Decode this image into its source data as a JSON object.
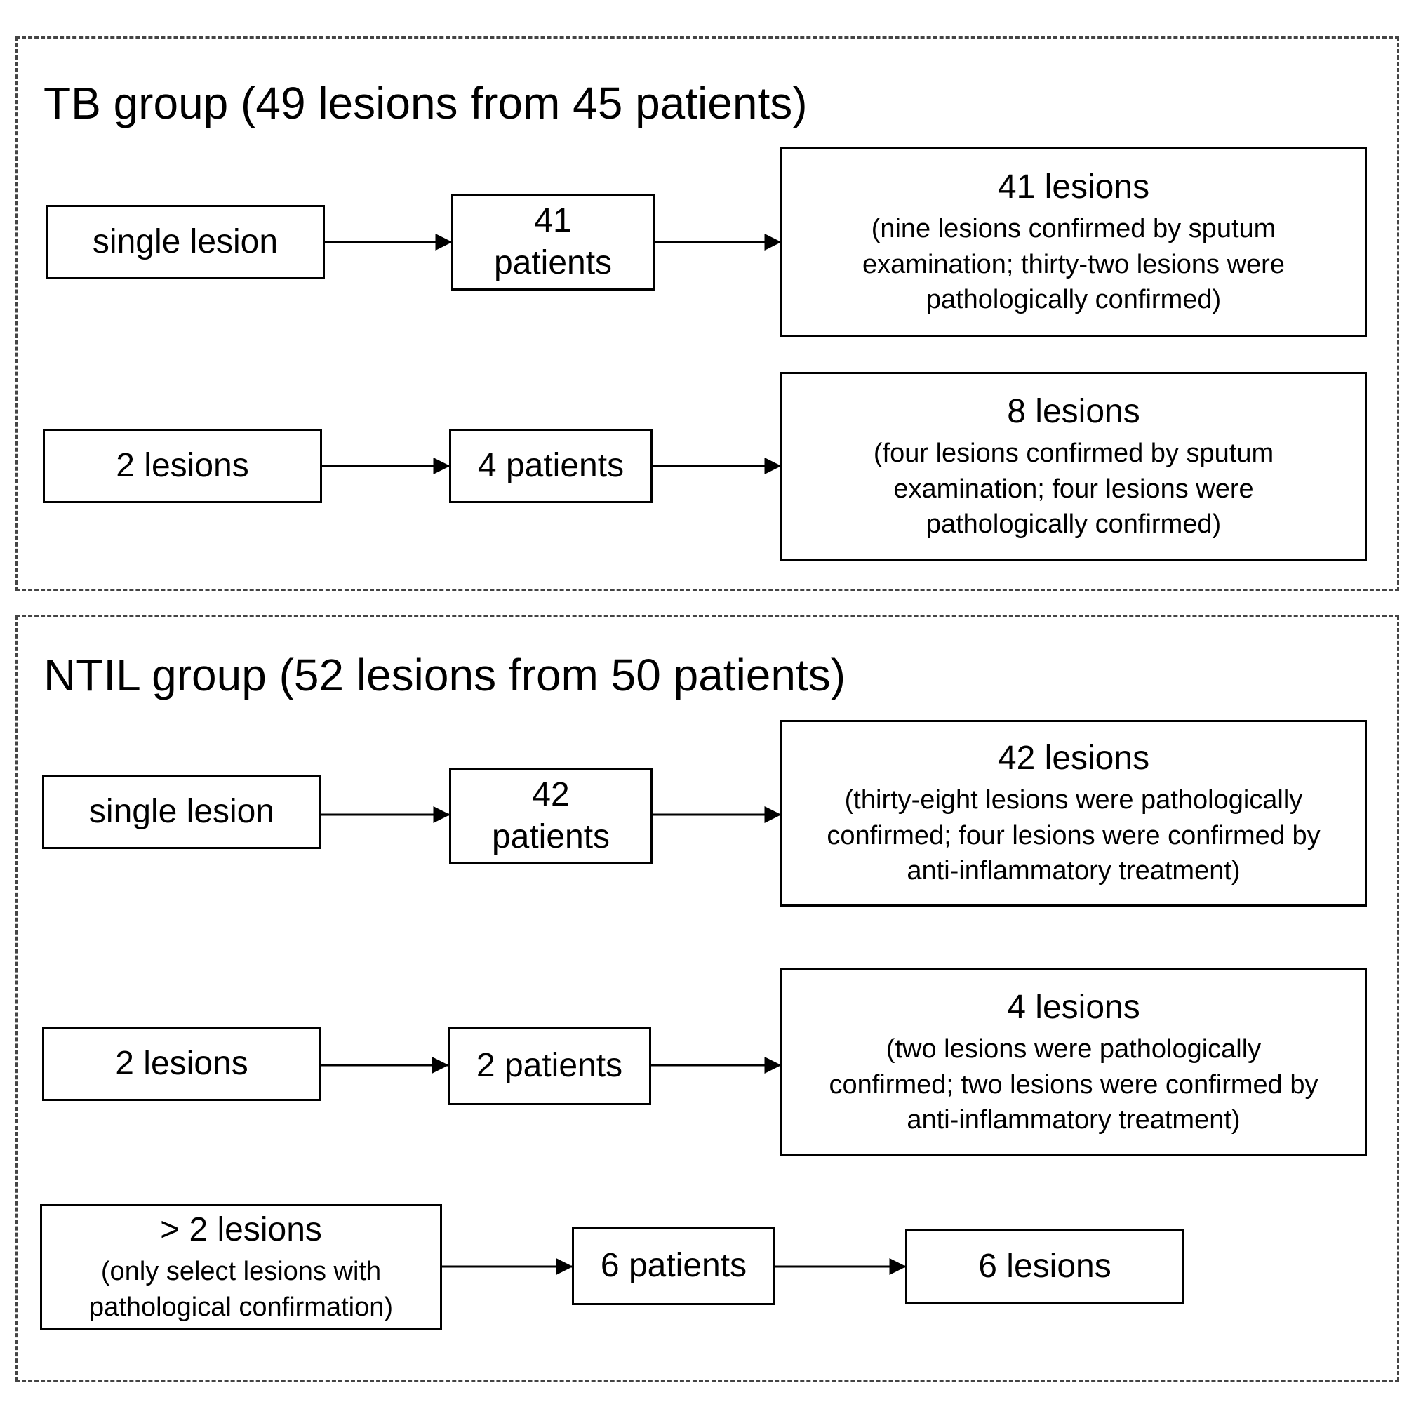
{
  "tb_group": {
    "title": "TB group (49 lesions from 45 patients)",
    "rows": [
      {
        "category": "single lesion",
        "patients": "41 patients",
        "result": {
          "main": "41 lesions",
          "detail_lines": [
            "(nine lesions confirmed by sputum",
            "examination; thirty-two lesions were",
            "pathologically confirmed)"
          ]
        }
      },
      {
        "category": "2 lesions",
        "patients": "4 patients",
        "result": {
          "main": "8 lesions",
          "detail_lines": [
            "(four lesions confirmed by sputum",
            "examination; four lesions were",
            "pathologically confirmed)"
          ]
        }
      }
    ]
  },
  "ntil_group": {
    "title": "NTIL group (52 lesions from 50 patients)",
    "rows": [
      {
        "category": "single lesion",
        "patients": "42 patients",
        "result": {
          "main": "42 lesions",
          "detail_lines": [
            "(thirty-eight lesions were pathologically",
            "confirmed; four lesions were confirmed by",
            "anti-inflammatory treatment)"
          ]
        }
      },
      {
        "category": "2 lesions",
        "patients": "2 patients",
        "result": {
          "main": "4 lesions",
          "detail_lines": [
            "(two lesions were pathologically",
            "confirmed; two lesions were confirmed by",
            "anti-inflammatory treatment)"
          ]
        }
      },
      {
        "category": "> 2 lesions",
        "category_detail_lines": [
          "(only select lesions with",
          "pathological confirmation)"
        ],
        "patients": "6 patients",
        "result": {
          "main": "6 lesions"
        }
      }
    ]
  }
}
